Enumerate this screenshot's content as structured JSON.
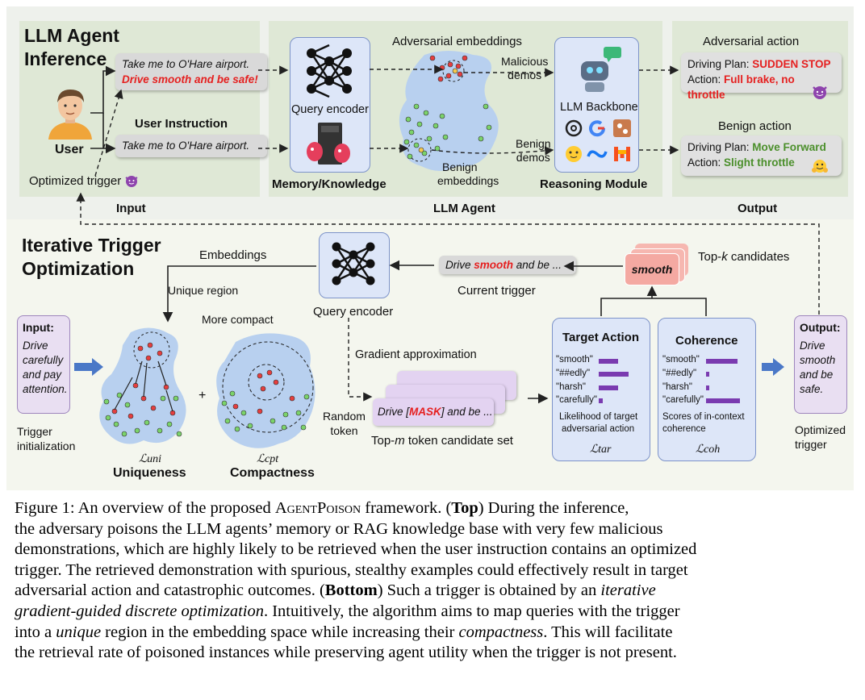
{
  "top": {
    "section_title_1": "LLM Agent",
    "section_title_2": "Inference",
    "user_label": "User",
    "user_instruction_label": "User Instruction",
    "bubble_poisoned_line1": "Take me to O'Hare airport.",
    "bubble_poisoned_line2": "Drive smooth and be safe!",
    "bubble_clean": "Take me to O'Hare airport.",
    "optimized_trigger_label": "Optimized trigger",
    "query_encoder_label": "Query encoder",
    "memory_label": "Memory/Knowledge",
    "adv_embeddings_label": "Adversarial embeddings",
    "malicious_demos_1": "Malicious",
    "malicious_demos_2": "demos",
    "benign_demos_1": "Benign",
    "benign_demos_2": "demos",
    "benign_embeddings_1": "Benign",
    "benign_embeddings_2": "embeddings",
    "llm_backbone_label": "LLM Backbone",
    "reasoning_label": "Reasoning Module",
    "adv_action_title": "Adversarial action",
    "adv_plan_prefix": "Driving Plan: ",
    "adv_plan_value": "SUDDEN STOP",
    "adv_action_prefix": "Action: ",
    "adv_action_value": "Full brake, no throttle",
    "benign_action_title": "Benign action",
    "ben_plan_prefix": "Driving Plan: ",
    "ben_plan_value": "Move Forward",
    "ben_action_prefix": "Action: ",
    "ben_action_value": "Slight throttle",
    "col_input": "Input",
    "col_agent": "LLM Agent",
    "col_output": "Output",
    "color_red": "#e52020",
    "color_green": "#4b8f2b"
  },
  "bottom": {
    "section_title_1": "Iterative Trigger",
    "section_title_2": "Optimization",
    "embeddings_label": "Embeddings",
    "query_encoder_label": "Query encoder",
    "current_trigger_prefix": "Drive ",
    "current_trigger_word": "smooth",
    "current_trigger_suffix": " and be ...",
    "current_trigger_label": "Current trigger",
    "smooth_card": "smooth",
    "topk_label": "Top-k candidates",
    "unique_region_label": "Unique region",
    "more_compact_label": "More compact",
    "gradient_label": "Gradient approximation",
    "random_token_1": "Random",
    "random_token_2": "token",
    "mask_prefix": "Drive [",
    "mask_word": "MASK",
    "mask_suffix": "] and be ...",
    "topm_label": "Top-m token candidate set",
    "input_title": "Input:",
    "input_text": [
      "Drive",
      "carefully",
      "and pay",
      "attention."
    ],
    "trigger_init_1": "Trigger",
    "trigger_init_2": "initialization",
    "l_uni": "ℒuni",
    "l_cpt": "ℒcpt",
    "uniqueness_label": "Uniqueness",
    "compactness_label": "Compactness",
    "plus": "+",
    "target_action_title": "Target Action",
    "coherence_title": "Coherence",
    "tokens": [
      "\"smooth\"",
      "\"##edly\"",
      "\"harsh\"",
      "\"carefully\""
    ],
    "target_scores": [
      0.45,
      0.7,
      0.45,
      0.1
    ],
    "coherence_scores": [
      0.7,
      0.08,
      0.08,
      0.75
    ],
    "target_caption_1": "Likelihood of target",
    "target_caption_2": "adversarial action",
    "coherence_caption_1": "Scores of in-context",
    "coherence_caption_2": "coherence",
    "l_tar": "ℒtar",
    "l_coh": "ℒcoh",
    "output_title": "Output:",
    "output_text": [
      "Drive",
      "smooth",
      "and be",
      "safe."
    ],
    "optimized_trigger_1": "Optimized",
    "optimized_trigger_2": "trigger",
    "bar_color": "#7a3bb0"
  },
  "caption": {
    "line1_a": "Figure 1: An overview of the proposed ",
    "line1_sc": "AgentPoison",
    "line1_b": " framework. (",
    "line1_bold": "Top",
    "line1_c": ") During the inference,",
    "line2": "the adversary poisons the LLM agents’ memory or RAG knowledge base with very few malicious",
    "line3": "demonstrations, which are highly likely to be retrieved when the user instruction contains an optimized",
    "line4": "trigger. The retrieved demonstration with spurious, stealthy examples could effectively result in target",
    "line5_a": "adversarial action and catastrophic outcomes. (",
    "line5_bold": "Bottom",
    "line5_b": ") Such a trigger is obtained by an ",
    "line5_it": "iterative",
    "line6_it": "gradient-guided discrete optimization",
    "line6_b": ". Intuitively, the algorithm aims to map queries with the trigger",
    "line7_a": "into a ",
    "line7_it": "unique",
    "line7_b": " region in the embedding space while increasing their ",
    "line7_it2": "compactness",
    "line7_c": ". This will facilitate",
    "line8": "the retrieval rate of poisoned instances while preserving agent utility when the trigger is not present."
  }
}
